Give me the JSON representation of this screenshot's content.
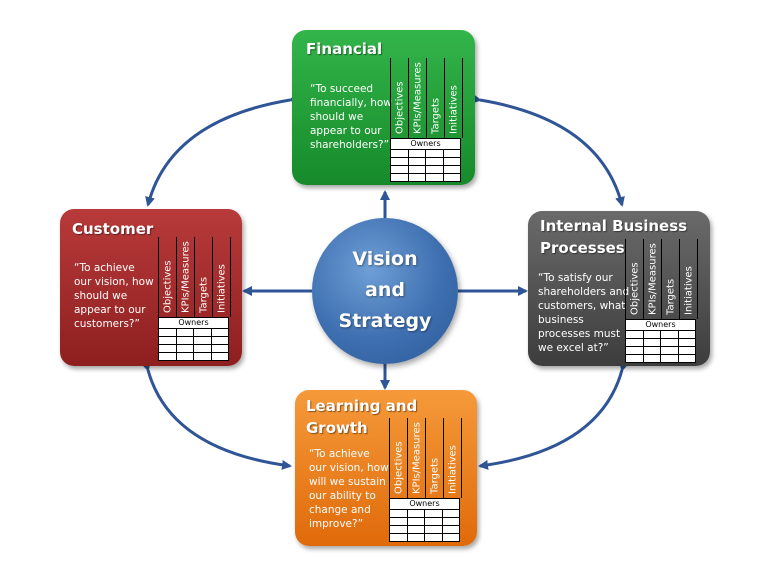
{
  "center": {
    "label": "Vision\nand\nStrategy",
    "color": "#3e6fb0"
  },
  "table_columns": [
    "Objectives",
    "KPIs/Measures",
    "Targets",
    "Initiatives"
  ],
  "owners_label": "Owners",
  "perspectives": {
    "financial": {
      "title": "Financial",
      "quote": "“To succeed\nfinancially, how\nshould we\nappear to our\nshareholders?”",
      "color": "#1e9a33"
    },
    "customer": {
      "title": "Customer",
      "quote": "“To achieve\nour vision, how\nshould we\nappear to our\ncustomers?”",
      "color": "#a52a2a"
    },
    "internal": {
      "title": "Internal Business\nProcesses",
      "quote": "“To satisfy our\nshareholders and\ncustomers, what\nbusiness\nprocesses must\nwe excel at?”",
      "color": "#4d4d4d"
    },
    "learning": {
      "title": "Learning and\nGrowth",
      "quote": "“To achieve\nour vision, how\nwill we sustain\nour ability to\nchange and\nimprove?”",
      "color": "#f07a12"
    }
  }
}
